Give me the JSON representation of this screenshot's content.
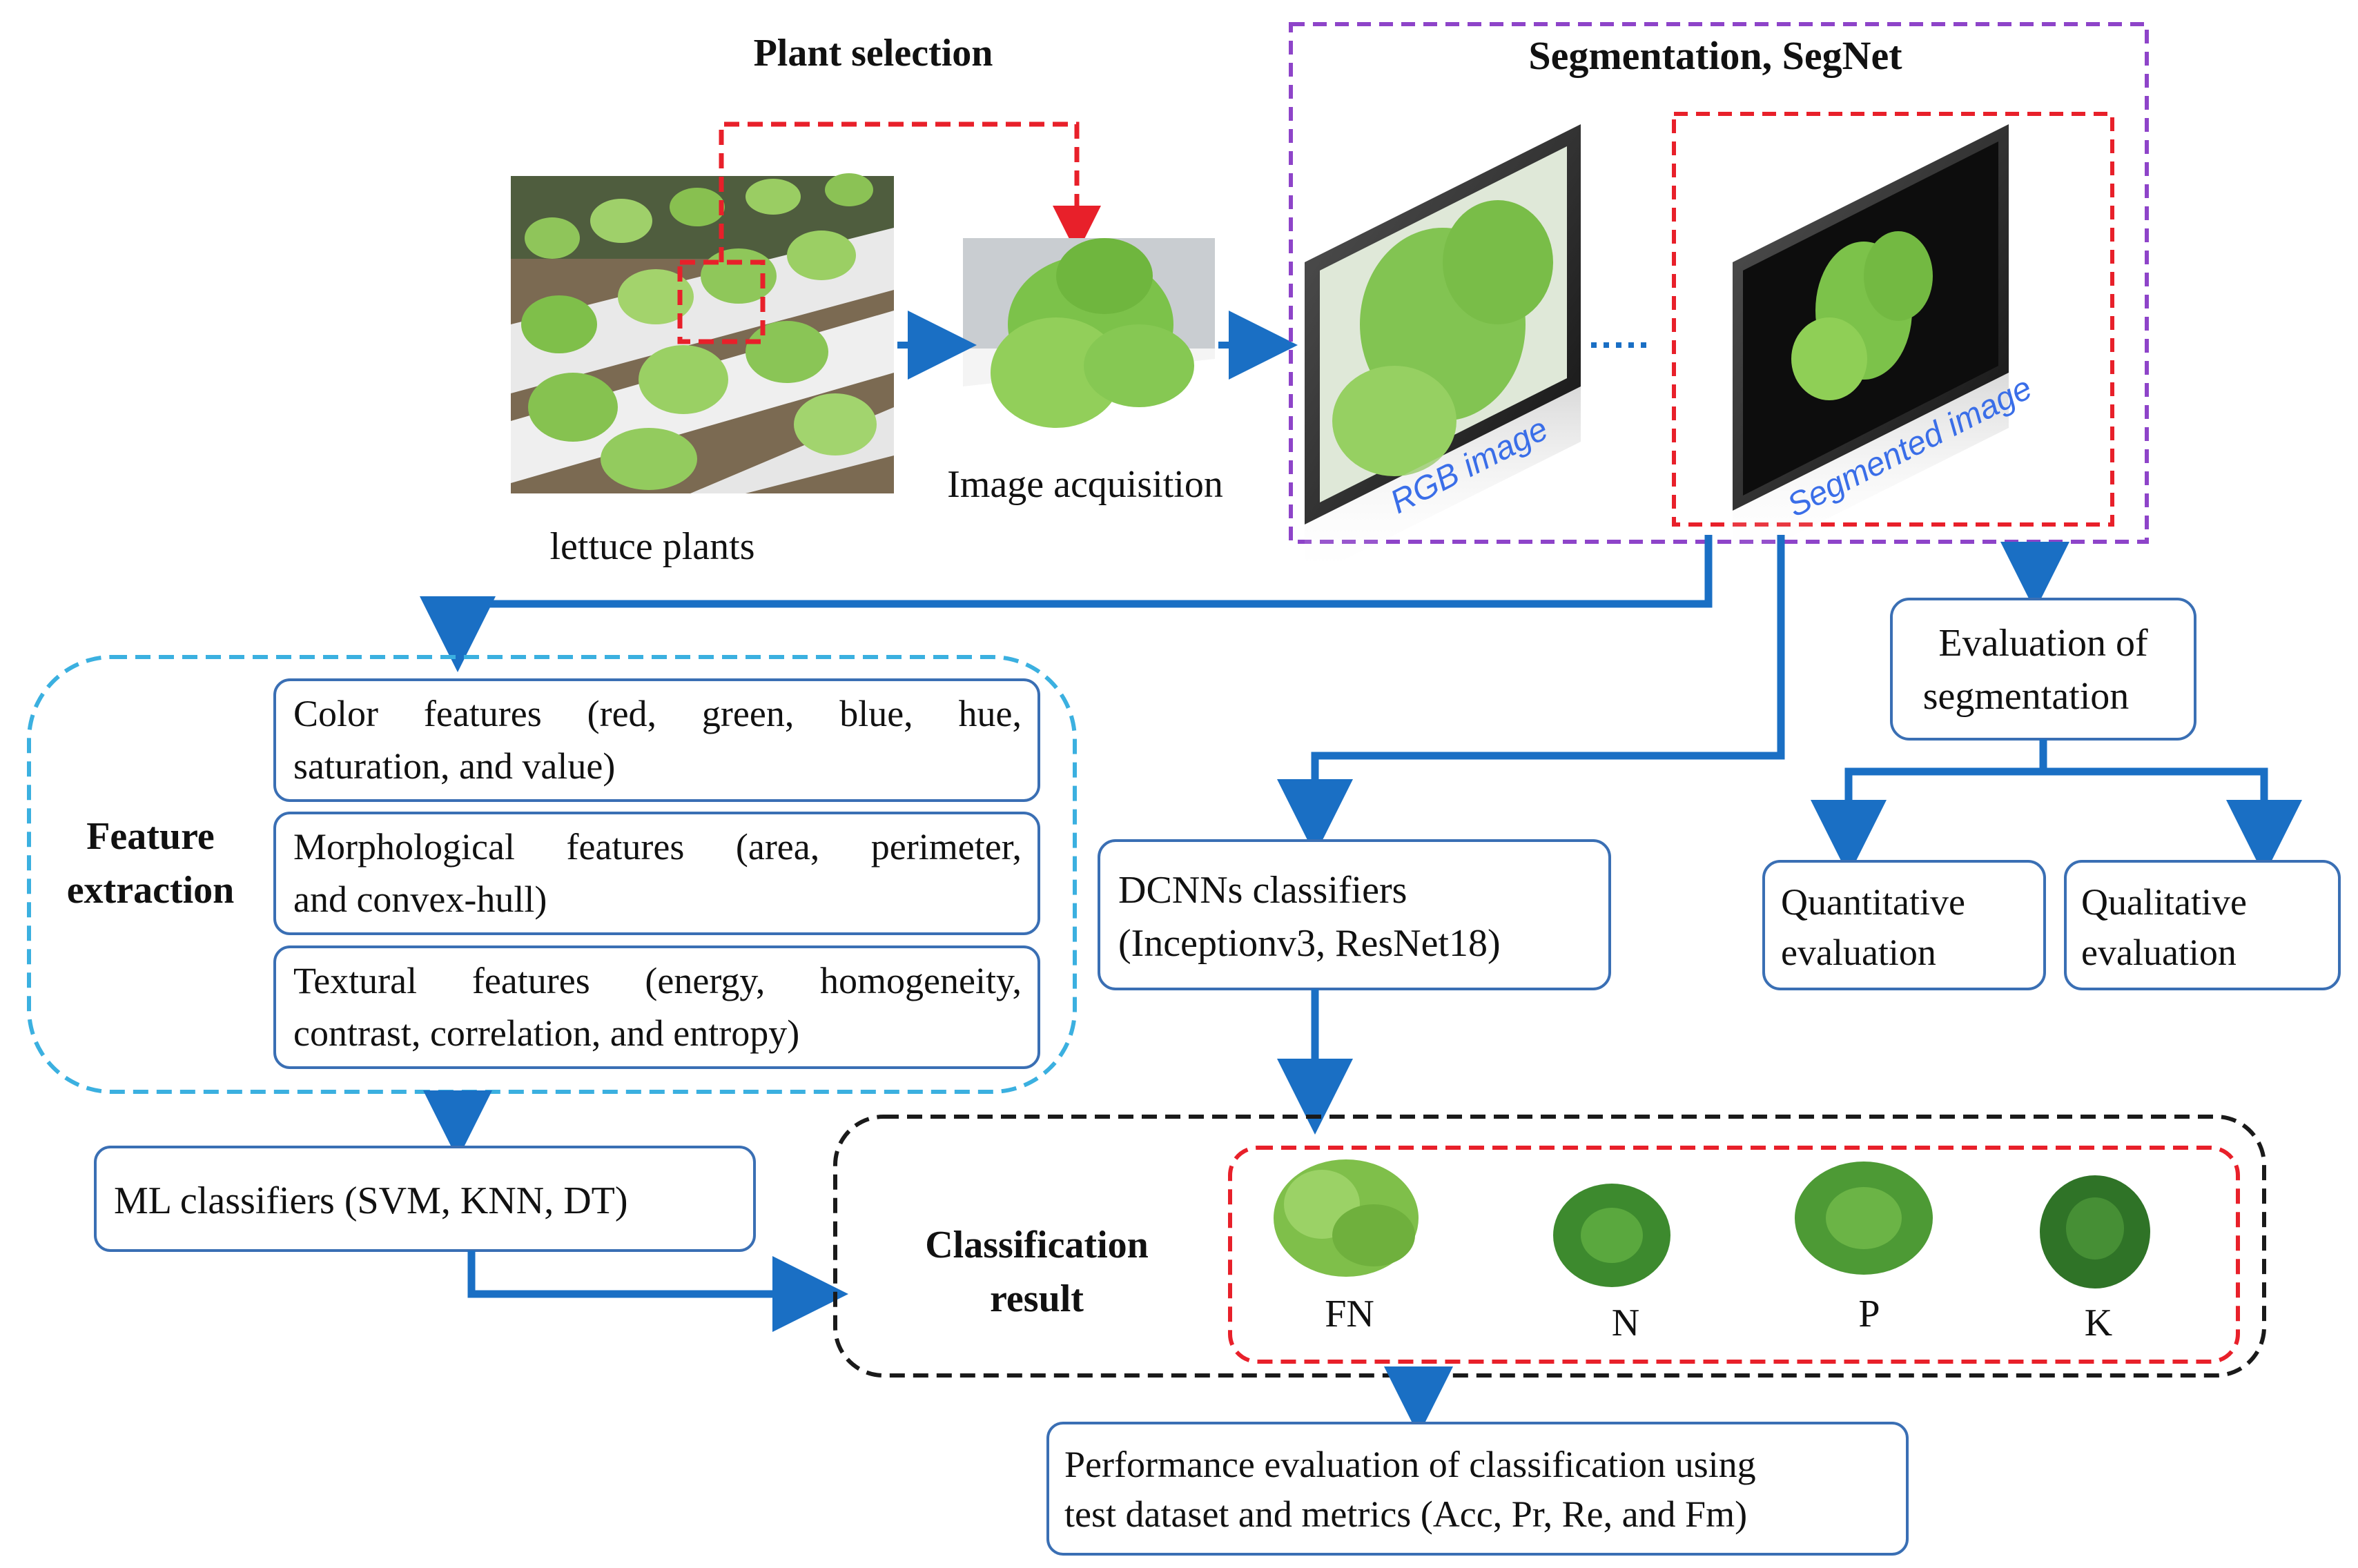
{
  "plant_selection": {
    "title": "Plant selection",
    "field_photo_label": "lettuce plants",
    "acquisition_label": "Image acquisition"
  },
  "segmentation": {
    "title": "Segmentation, SegNet",
    "rgb_label": "RGB image",
    "segmented_label": "Segmented image"
  },
  "evaluation_of_segmentation": {
    "line1": "Evaluation of",
    "line2": "segmentation",
    "quantitative": {
      "line1": "Quantitative",
      "line2": "evaluation"
    },
    "qualitative": {
      "line1": "Qualitative",
      "line2": "evaluation"
    }
  },
  "feature_extraction": {
    "title_line1": "Feature",
    "title_line2": "extraction",
    "color": {
      "line1": "Color features (red, green, blue, hue,",
      "line2": "saturation, and value)"
    },
    "morphological": {
      "line1": "Morphological features (area, perimeter,",
      "line2": "and convex-hull)"
    },
    "textural": {
      "line1": "Textural features (energy, homogeneity,",
      "line2": "contrast, correlation, and entropy)"
    }
  },
  "dcnn": {
    "line1": "DCNNs classifiers",
    "line2": "(Inceptionv3, ResNet18)"
  },
  "ml": {
    "label": "ML classifiers (SVM, KNN, DT)"
  },
  "classification_result": {
    "line1": "Classification",
    "line2": "result",
    "classes": [
      "FN",
      "N",
      "P",
      "K"
    ]
  },
  "performance": {
    "line1": "Performance evaluation of classification using",
    "line2": "test dataset and metrics (Acc, Pr, Re, and Fm)"
  },
  "colors": {
    "arrow_blue": "#1a6fc4",
    "box_border": "#3a6fb4",
    "dashed_red": "#e8202a",
    "dashed_purple": "#8e44c9",
    "dashed_cyan": "#3bb0e0",
    "dashed_black": "#1a1a1a",
    "image_label_blue": "#3a6ee8"
  }
}
